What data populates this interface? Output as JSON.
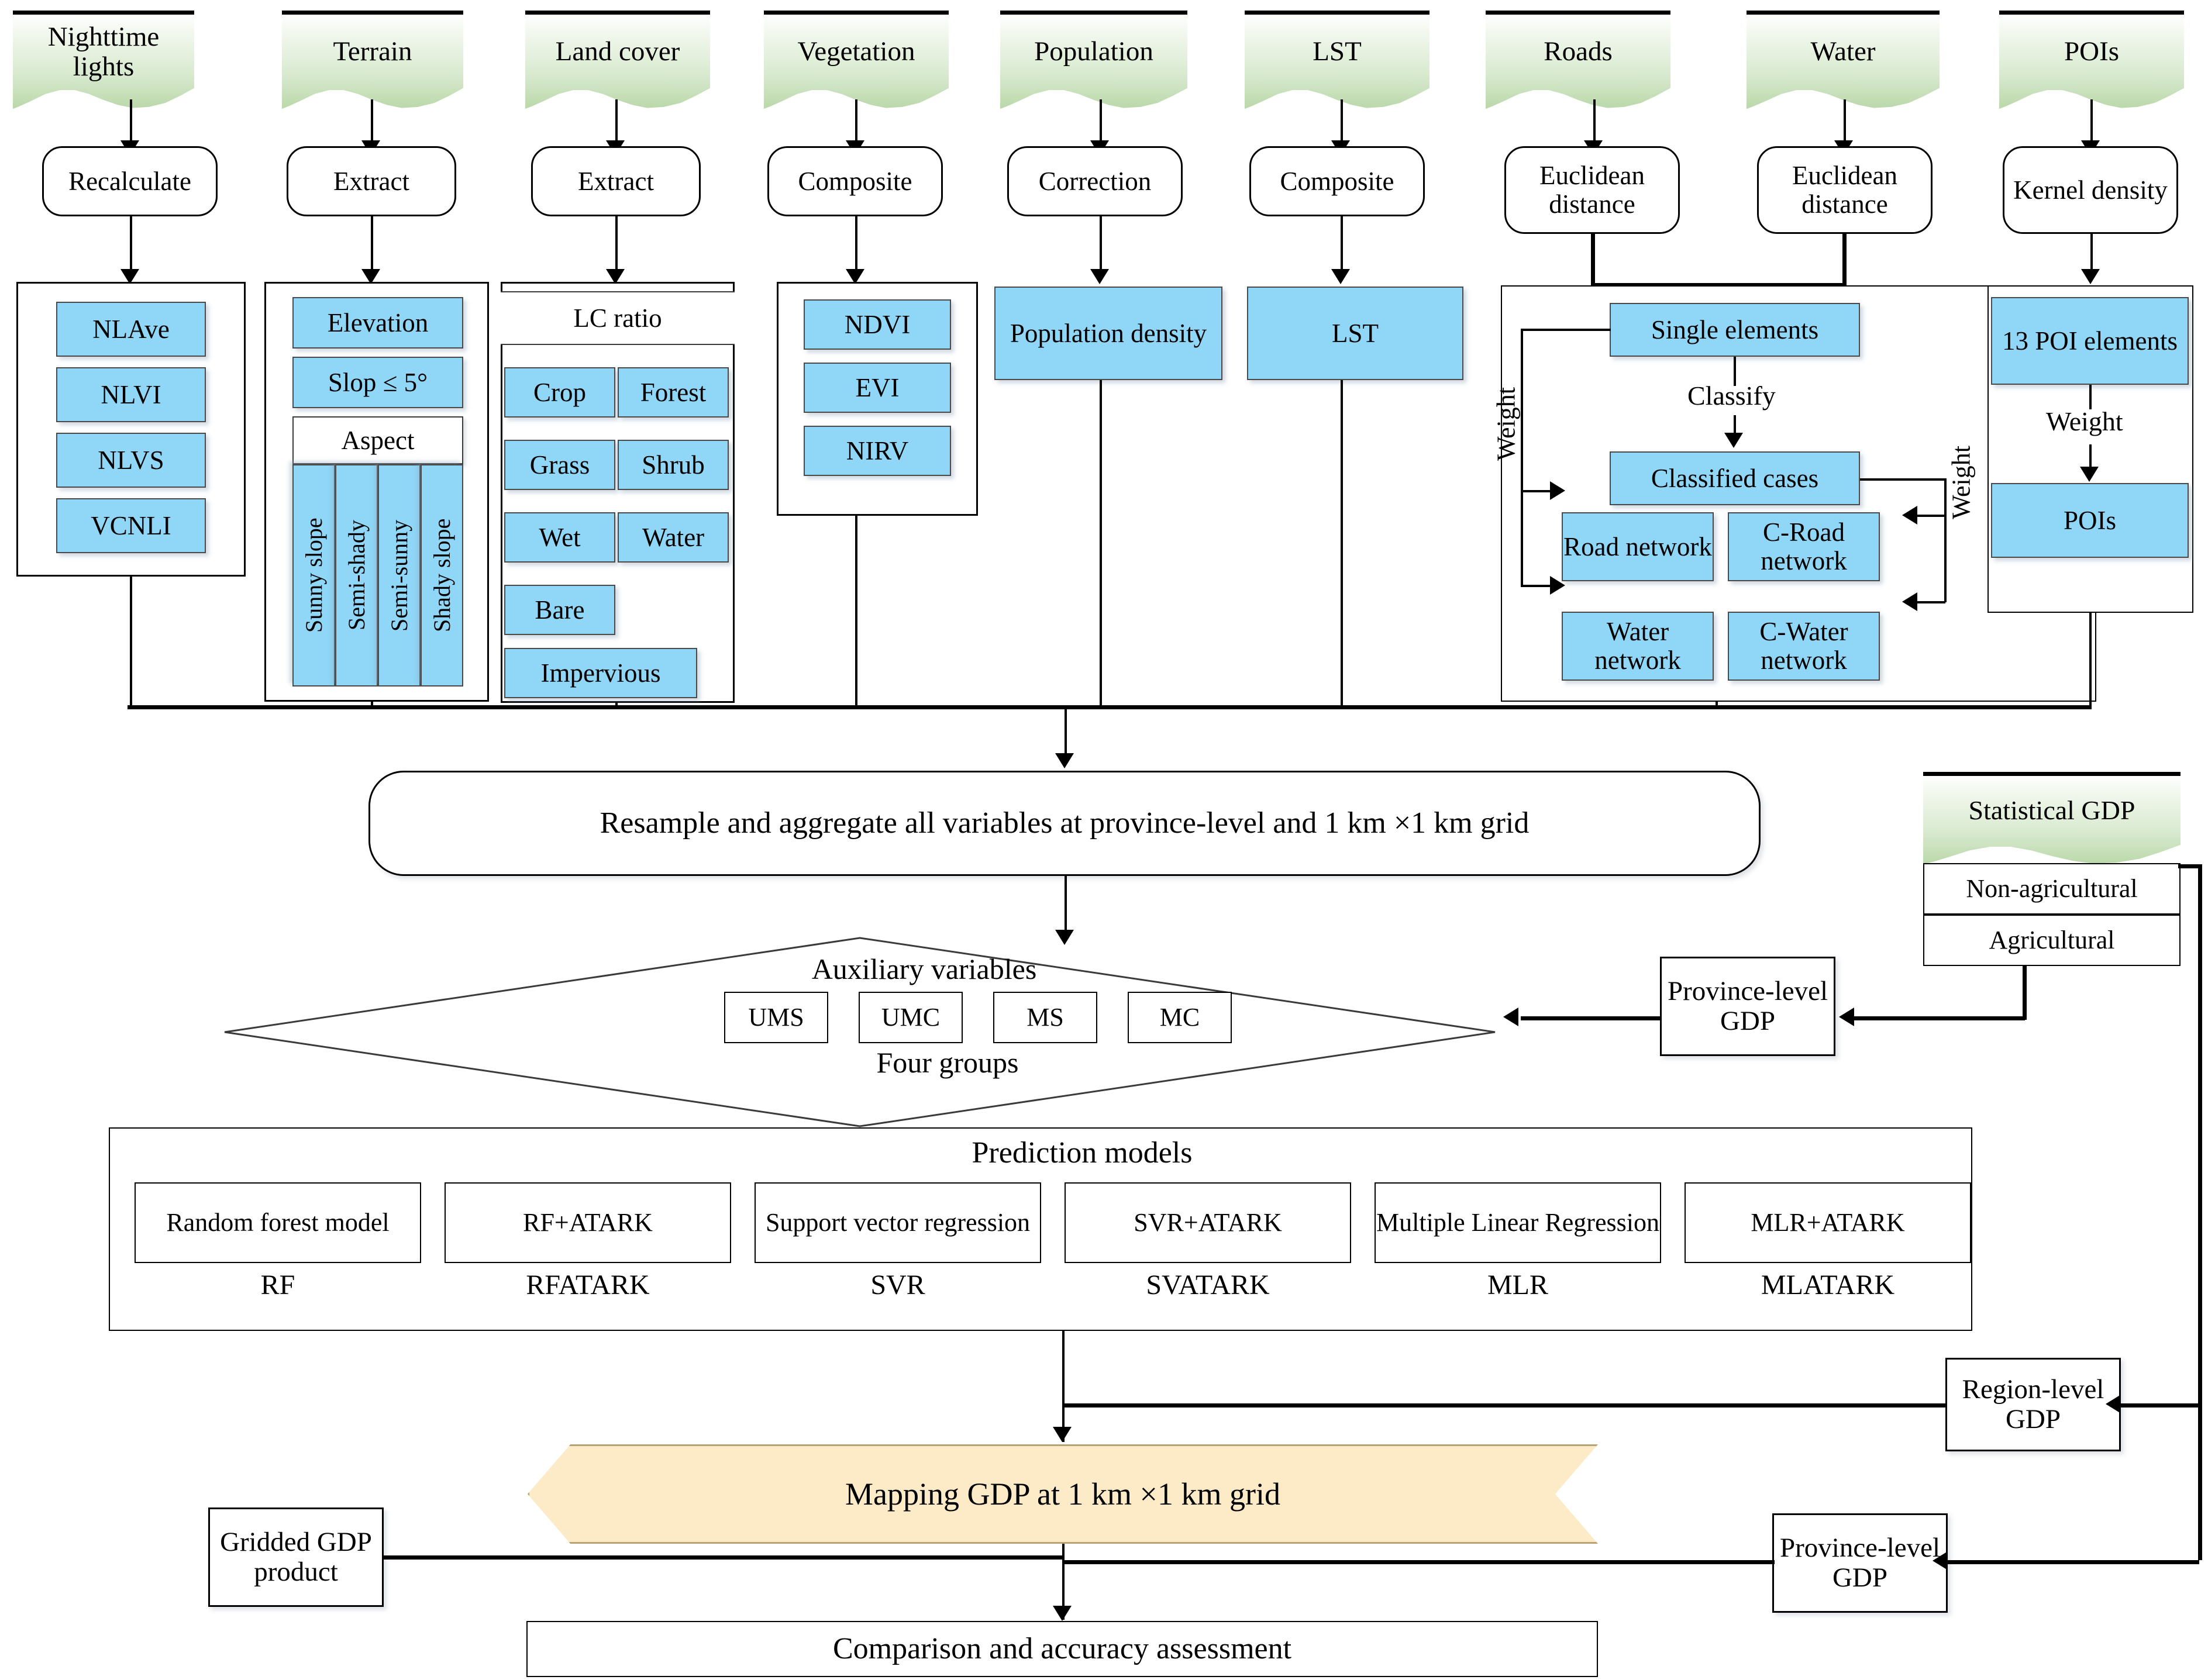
{
  "sources": [
    {
      "label": "Nighttime lights"
    },
    {
      "label": "Terrain"
    },
    {
      "label": "Land cover"
    },
    {
      "label": "Vegetation"
    },
    {
      "label": "Population"
    },
    {
      "label": "LST"
    },
    {
      "label": "Roads"
    },
    {
      "label": "Water"
    },
    {
      "label": "POIs"
    }
  ],
  "processes": [
    {
      "label": "Recalculate"
    },
    {
      "label": "Extract"
    },
    {
      "label": "Extract"
    },
    {
      "label": "Composite"
    },
    {
      "label": "Correction"
    },
    {
      "label": "Composite"
    },
    {
      "label": "Euclidean distance"
    },
    {
      "label": "Euclidean distance"
    },
    {
      "label": "Kernel density"
    }
  ],
  "nighttime_variables": [
    "NLAve",
    "NLVI",
    "NLVS",
    "VCNLI"
  ],
  "terrain": {
    "elevation": "Elevation",
    "slope": "Slop ≤ 5°",
    "aspect_title": "Aspect",
    "aspect_classes": [
      "Sunny slope",
      "Semi-shady",
      "Semi-sunny",
      "Shady slope"
    ]
  },
  "land_cover": {
    "title": "LC ratio",
    "classes": [
      "Crop",
      "Forest",
      "Grass",
      "Shrub",
      "Wet",
      "Water",
      "Bare",
      "Impervious"
    ]
  },
  "vegetation_indices": [
    "NDVI",
    "EVI",
    "NIRV"
  ],
  "population_output": "Population density",
  "lst_output": "LST",
  "roads_water": {
    "single_elements": "Single elements",
    "classify_label": "Classify",
    "classified_cases": "Classified cases",
    "weight_left": "Weight",
    "weight_right": "Weight",
    "networks": [
      "Road network",
      "C-Road network",
      "Water network",
      "C-Water network"
    ]
  },
  "poi": {
    "elements": "13 POI elements",
    "weight_label": "Weight",
    "output": "POIs"
  },
  "resample": "Resample and aggregate all variables at province-level and 1 km ×1 km grid",
  "auxiliary": {
    "title": "Auxiliary variables",
    "subtitle": "Four groups",
    "groups": [
      "UMS",
      "UMC",
      "MS",
      "MC"
    ]
  },
  "statistical_gdp": {
    "title": "Statistical GDP",
    "non_agricultural": "Non-agricultural",
    "agricultural": "Agricultural"
  },
  "province_level_gdp_mid": "Province-level GDP",
  "prediction_models": {
    "title": "Prediction models",
    "models": [
      {
        "name": "Random forest model",
        "abbr": "RF"
      },
      {
        "name": "RF+ATARK",
        "abbr": "RFATARK"
      },
      {
        "name": "Support vector regression",
        "abbr": "SVR"
      },
      {
        "name": "SVR+ATARK",
        "abbr": "SVATARK"
      },
      {
        "name": "Multiple Linear Regression",
        "abbr": "MLR"
      },
      {
        "name": "MLR+ATARK",
        "abbr": "MLATARK"
      }
    ]
  },
  "region_level_gdp": "Region-level GDP",
  "mapping_gdp": "Mapping GDP at 1 km ×1 km grid",
  "gridded_gdp_product": "Gridded GDP product",
  "province_level_gdp_bottom": "Province-level GDP",
  "comparison": "Comparison and accuracy assessment",
  "colors": {
    "blue_chip": "#8FD6F7",
    "green_source": "#B9D7A8",
    "cream_banner": "#FDEBC8",
    "line": "#000000"
  }
}
